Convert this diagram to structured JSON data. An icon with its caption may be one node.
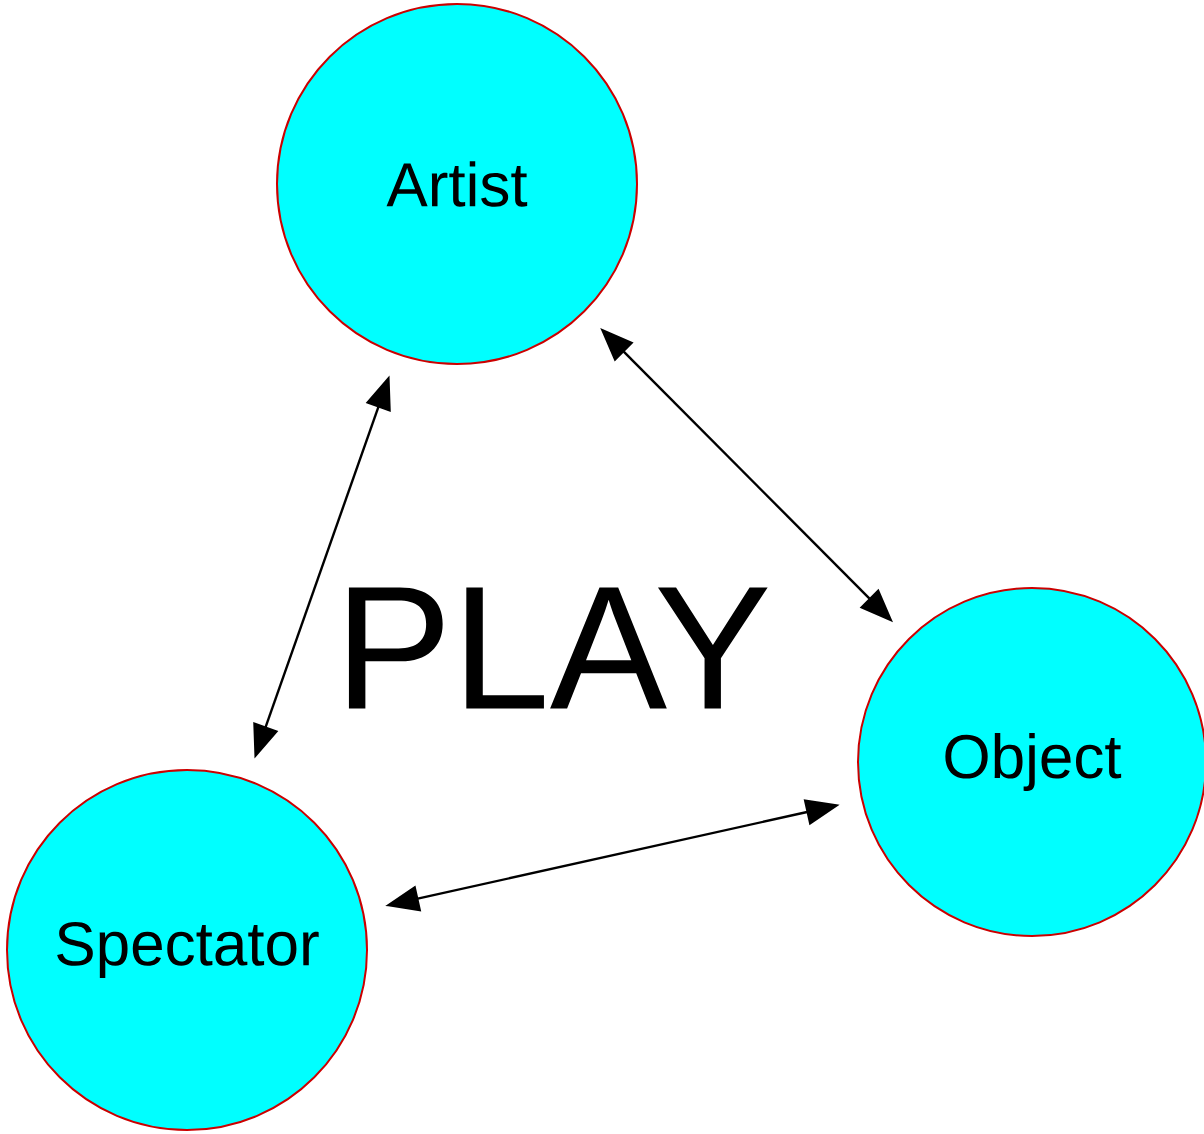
{
  "diagram": {
    "nodes": [
      {
        "text": [
          "Artist"
        ]
      },
      {
        "text": [
          "Object"
        ]
      },
      {
        "text": [
          "Spectator"
        ]
      }
    ],
    "edges": [
      {
        "from": 0,
        "to": 2,
        "arrow": "both"
      },
      {
        "from": 0,
        "to": 1,
        "arrow": "both"
      },
      {
        "from": 2,
        "to": 1,
        "arrow": "both"
      }
    ],
    "labels": [
      "PLAY"
    ]
  }
}
